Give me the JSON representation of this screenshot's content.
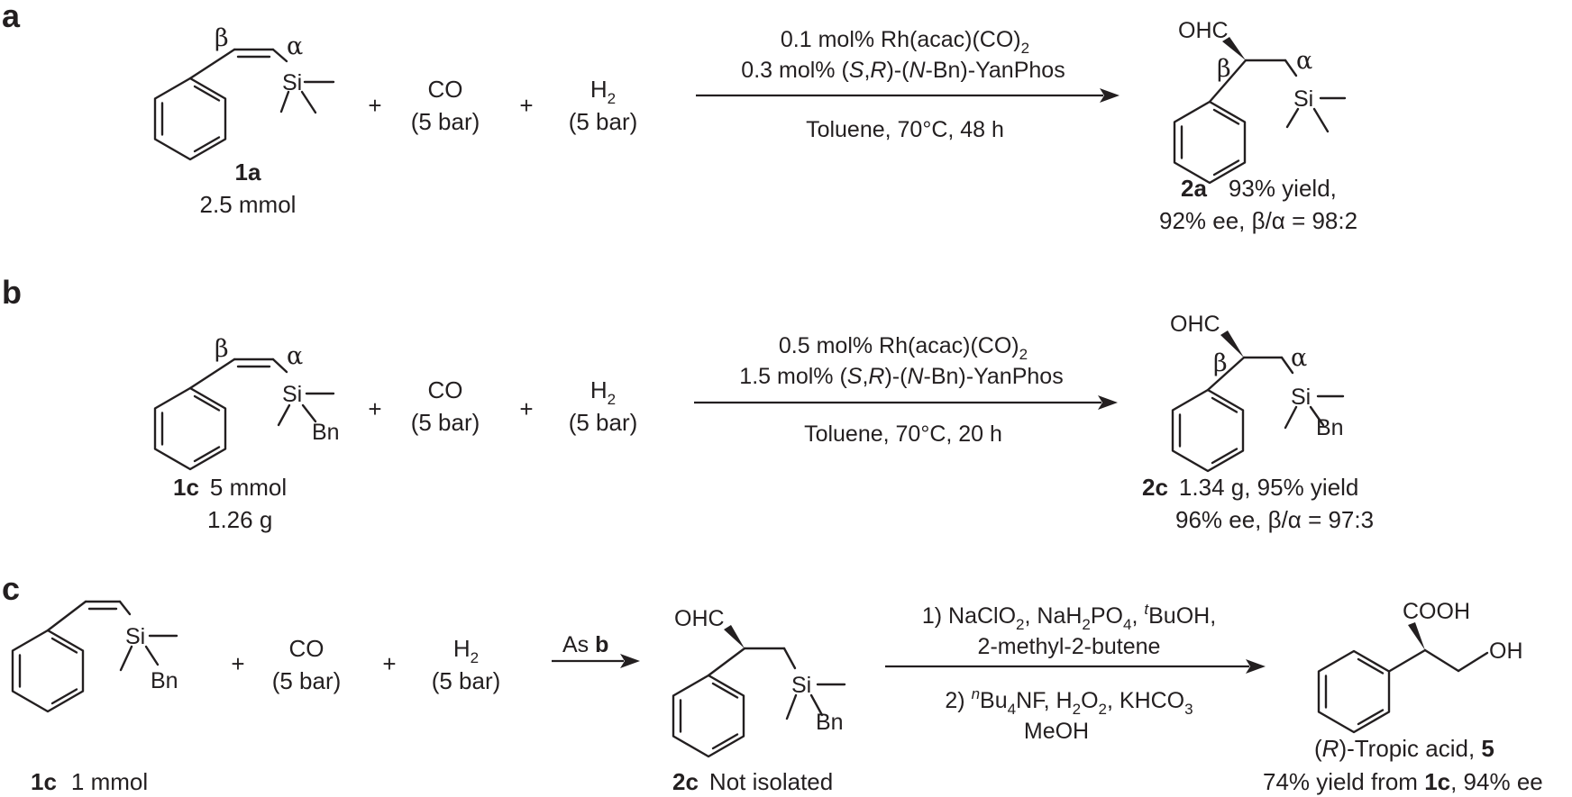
{
  "panels": {
    "a": {
      "letter": "a",
      "sm_alpha": "α",
      "sm_beta": "β",
      "sm_si": "Si",
      "sm_id": "1a",
      "sm_amount": "2.5 mmol",
      "plus1": "+",
      "plus2": "+",
      "co_label": "CO",
      "co_pressure": "(5 bar)",
      "h2_label": "H",
      "h2_sub": "2",
      "h2_pressure": "(5 bar)",
      "cond": {
        "line1_a": "0.1 mol% Rh(acac)(CO)",
        "line1_sub": "2",
        "line2_a": "0.3 mol% (",
        "line2_s": "S",
        "line2_comma": ",",
        "line2_r": "R",
        "line2_b": ")-(",
        "line2_n": "N",
        "line2_c": "-Bn)-YanPhos",
        "below": "Toluene, 70°C, 48 h"
      },
      "prod_ohc": "OHC",
      "prod_alpha": "α",
      "prod_beta": "β",
      "prod_si": "Si",
      "prod_id": "2a",
      "prod_line1": "93% yield,",
      "prod_line2": "92% ee, β/α = 98:2"
    },
    "b": {
      "letter": "b",
      "sm_alpha": "α",
      "sm_beta": "β",
      "sm_si": "Si",
      "sm_bn": "Bn",
      "sm_id": "1c",
      "sm_amount": "5 mmol",
      "sm_mass": "1.26 g",
      "plus1": "+",
      "plus2": "+",
      "co_label": "CO",
      "co_pressure": "(5 bar)",
      "h2_label": "H",
      "h2_sub": "2",
      "h2_pressure": "(5 bar)",
      "cond": {
        "line1_a": "0.5 mol% Rh(acac)(CO)",
        "line1_sub": "2",
        "line2_a": "1.5 mol% (",
        "line2_s": "S",
        "line2_comma": ",",
        "line2_r": "R",
        "line2_b": ")-(",
        "line2_n": "N",
        "line2_c": "-Bn)-YanPhos",
        "below": "Toluene, 70°C, 20 h"
      },
      "prod_ohc": "OHC",
      "prod_alpha": "α",
      "prod_beta": "β",
      "prod_si": "Si",
      "prod_bn": "Bn",
      "prod_id": "2c",
      "prod_line1": "1.34 g, 95% yield",
      "prod_line2": "96% ee, β/α = 97:3"
    },
    "c": {
      "letter": "c",
      "sm_si": "Si",
      "sm_bn": "Bn",
      "sm_id": "1c",
      "sm_amount": "1 mmol",
      "plus1": "+",
      "plus2": "+",
      "co_label": "CO",
      "co_pressure": "(5 bar)",
      "h2_label": "H",
      "h2_sub": "2",
      "h2_pressure": "(5 bar)",
      "step1_a": "As ",
      "step1_b": "b",
      "int_ohc": "OHC",
      "int_si": "Si",
      "int_bn": "Bn",
      "int_id": "2c",
      "int_note": "Not isolated",
      "cond": {
        "l1_a": "1) NaClO",
        "l1_s1": "2",
        "l1_b": ", NaH",
        "l1_s2": "2",
        "l1_c": "PO",
        "l1_s3": "4",
        "l1_d": ", ",
        "l1_sup": "t",
        "l1_e": "BuOH,",
        "l2": "2-methyl-2-butene",
        "l3_a": "2) ",
        "l3_sup": "n",
        "l3_b": "Bu",
        "l3_s1": "4",
        "l3_c": "NF, H",
        "l3_s2": "2",
        "l3_d": "O",
        "l3_s3": "2",
        "l3_e": ", KHCO",
        "l3_s4": "3",
        "l4": "MeOH"
      },
      "prod_cooh": "COOH",
      "prod_oh": "OH",
      "prod_name_a": "(",
      "prod_name_r": "R",
      "prod_name_b": ")-Tropic acid, ",
      "prod_name_id": "5",
      "prod_yield_a": "74% yield from ",
      "prod_yield_id": "1c",
      "prod_yield_b": ", 94% ee"
    }
  }
}
